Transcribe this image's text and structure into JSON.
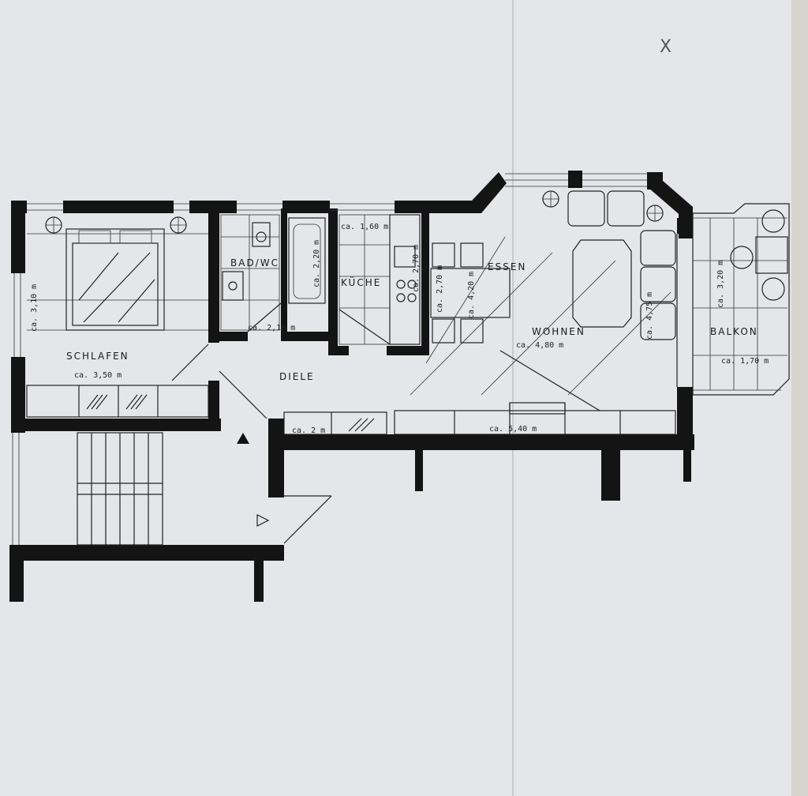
{
  "corner_mark": "X",
  "rooms": {
    "schlafen": "SCHLAFEN",
    "bad_wc": "BAD/WC",
    "kueche": "KÜCHE",
    "essen": "ESSEN",
    "wohnen": "WOHNEN",
    "balkon": "BALKON",
    "diele": "DIELE"
  },
  "dimensions": {
    "schlafen_width": "ca. 3,50 m",
    "schlafen_depth": "ca. 3,10 m",
    "bad_width": "ca. 2,10 m",
    "bad_depth": "ca. 2,20 m",
    "kueche_width": "ca. 1,60 m",
    "kueche_depth": "ca. 2,70 m",
    "essen_depth": "ca. 2,70 m",
    "essen_depth2": "ca. 4,20 m",
    "wohnen_width": "ca. 4,80 m",
    "wohnen_depth": "ca. 4,75 m",
    "balkon_depth": "ca. 3,20 m",
    "balkon_width": "ca. 1,70 m",
    "diele_width": "ca. 2 m",
    "wall_length": "ca. 5,40 m"
  },
  "colors": {
    "paper": "#e4e6ea",
    "ink": "#141414"
  }
}
